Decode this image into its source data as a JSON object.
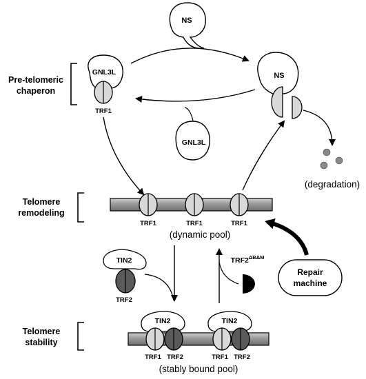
{
  "sections": {
    "pre_telomeric": [
      "Pre-telomeric",
      "chaperon"
    ],
    "remodeling": [
      "Telomere",
      "remodeling"
    ],
    "stability": [
      "Telomere",
      "stability"
    ]
  },
  "proteins": {
    "ns": "NS",
    "gnl3l": "GNL3L",
    "trf1": "TRF1",
    "trf2": "TRF2",
    "tin2": "TIN2",
    "trf2_mutant_base": "TRF2",
    "trf2_mutant_sup": "ΔBΔM"
  },
  "captions": {
    "degradation": "(degradation)",
    "dynamic_pool": "(dynamic pool)",
    "stably_bound_pool": "(stably bound pool)"
  },
  "repair": [
    "Repair",
    "machine"
  ],
  "colors": {
    "trf1_fill": "#d8d8d8",
    "trf2_fill": "#5a5a5a",
    "bar_fill": "#999999",
    "degradation_dots": "#888888"
  }
}
